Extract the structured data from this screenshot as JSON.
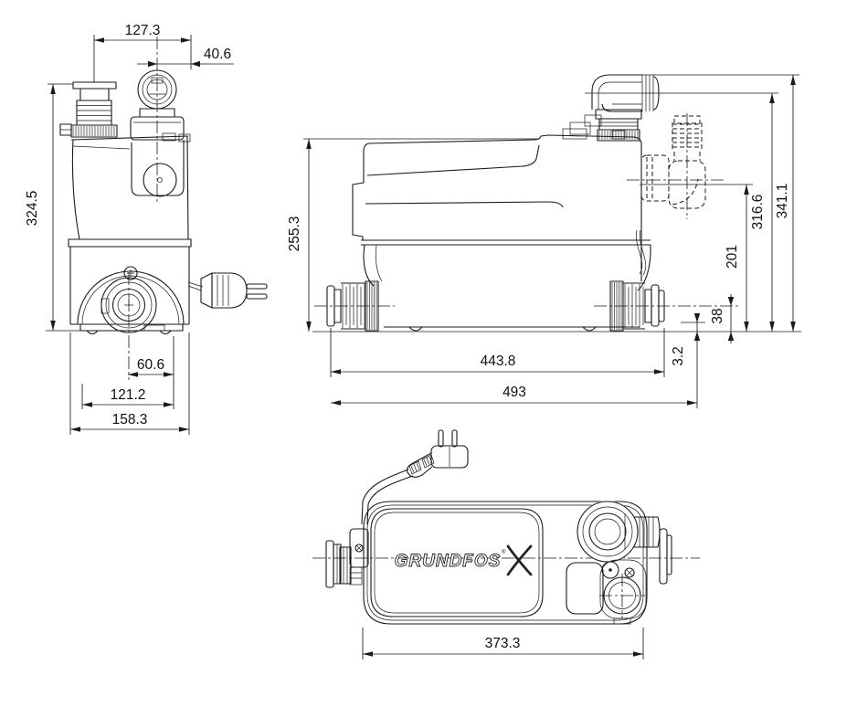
{
  "drawing": {
    "background": "#ffffff",
    "line_color": "#1a1a1a",
    "brand": {
      "logo_text": "GRUNDFOS",
      "registered_mark": "®"
    },
    "views": {
      "front": {
        "dims": {
          "top_width": "127.3",
          "inlet_offset": "40.6",
          "height": "324.5",
          "outlet_spacing": "60.6",
          "mount_width": "121.2",
          "base_width": "158.3"
        }
      },
      "side": {
        "dims": {
          "tank_height": "255.3",
          "mount_length": "443.8",
          "overall_length": "493",
          "floor_gap": "3.2",
          "inlet_height": "38",
          "mid_outlet_height": "201",
          "outlet_height": "316.6",
          "overall_height": "341.1"
        }
      },
      "top": {
        "dims": {
          "length": "373.3"
        }
      }
    }
  }
}
